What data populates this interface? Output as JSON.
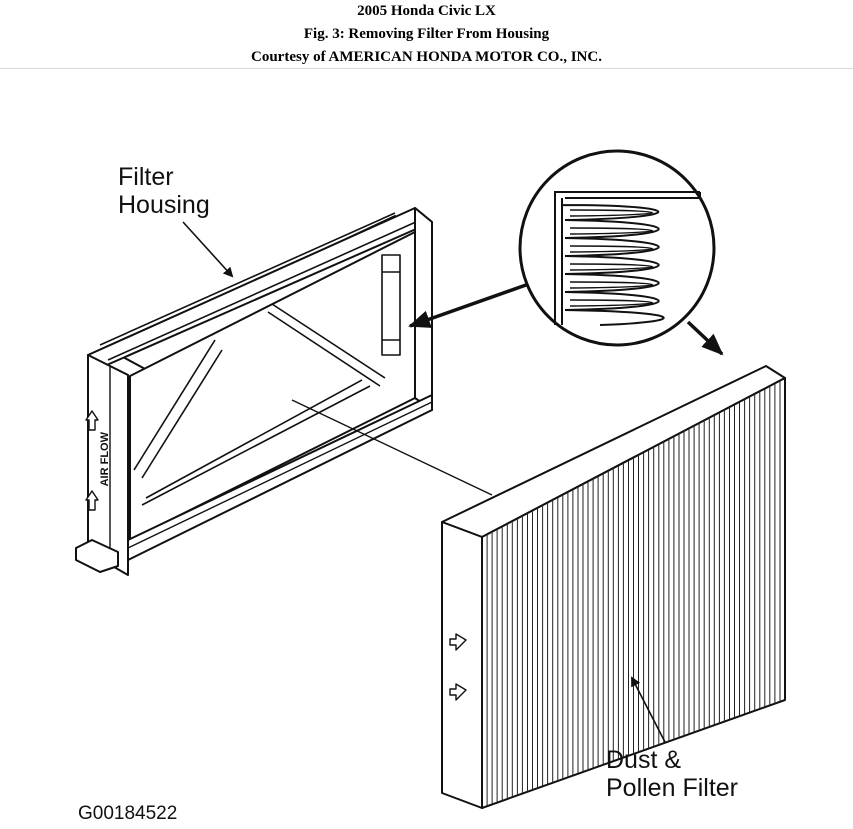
{
  "header": {
    "title": "2005 Honda Civic LX",
    "figure": "Fig. 3: Removing Filter From Housing",
    "courtesy": "Courtesy of AMERICAN HONDA MOTOR CO., INC."
  },
  "labels": {
    "housing_line1": "Filter",
    "housing_line2": "Housing",
    "filter_line1": "Dust &",
    "filter_line2": "Pollen Filter",
    "housing_side_text": "AIR FLOW"
  },
  "figure_code": "G00184522"
}
